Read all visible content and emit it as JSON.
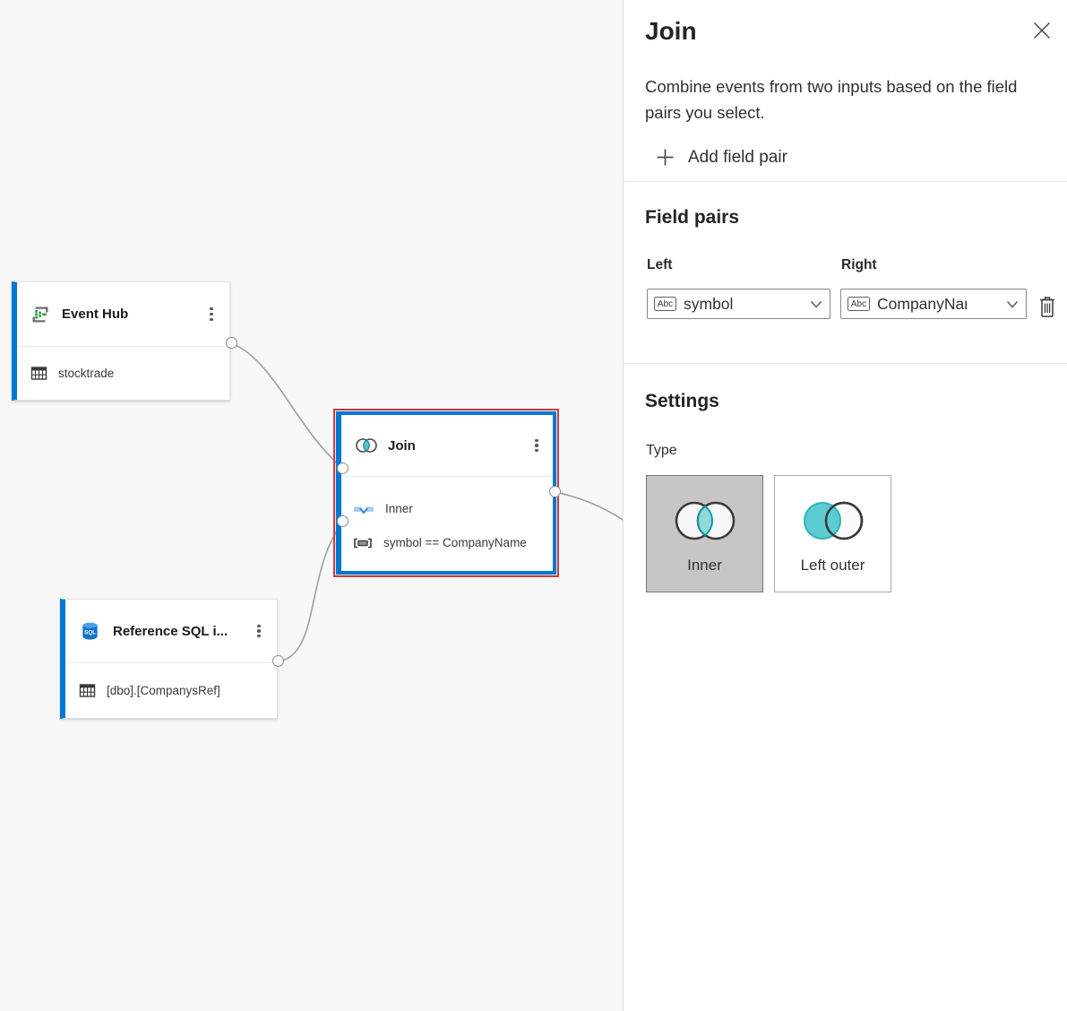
{
  "colors": {
    "accent_blue": "#0078d4",
    "selection_red": "#ce3c3c",
    "teal_fill": "#5dcbd2",
    "venn_intersection": "#90d8db"
  },
  "canvas": {
    "nodes": {
      "event_hub": {
        "title": "Event Hub",
        "table": "stocktrade"
      },
      "join": {
        "title": "Join",
        "join_type": "Inner",
        "condition": "symbol == CompanyName"
      },
      "reference_sql": {
        "title": "Reference SQL i...",
        "table": "[dbo].[CompanysRef]"
      }
    }
  },
  "panel": {
    "title": "Join",
    "description": "Combine events from two inputs based on the field pairs you select.",
    "add_field_pair_label": "Add field pair",
    "field_pairs": {
      "heading": "Field pairs",
      "left_label": "Left",
      "right_label": "Right",
      "left_value": "symbol",
      "right_value": "CompanyName",
      "left_type_badge": "Abc",
      "right_type_badge": "Abc"
    },
    "settings": {
      "heading": "Settings",
      "type_label": "Type",
      "type_options": [
        {
          "label": "Inner",
          "selected": true
        },
        {
          "label": "Left outer",
          "selected": false
        }
      ]
    }
  }
}
